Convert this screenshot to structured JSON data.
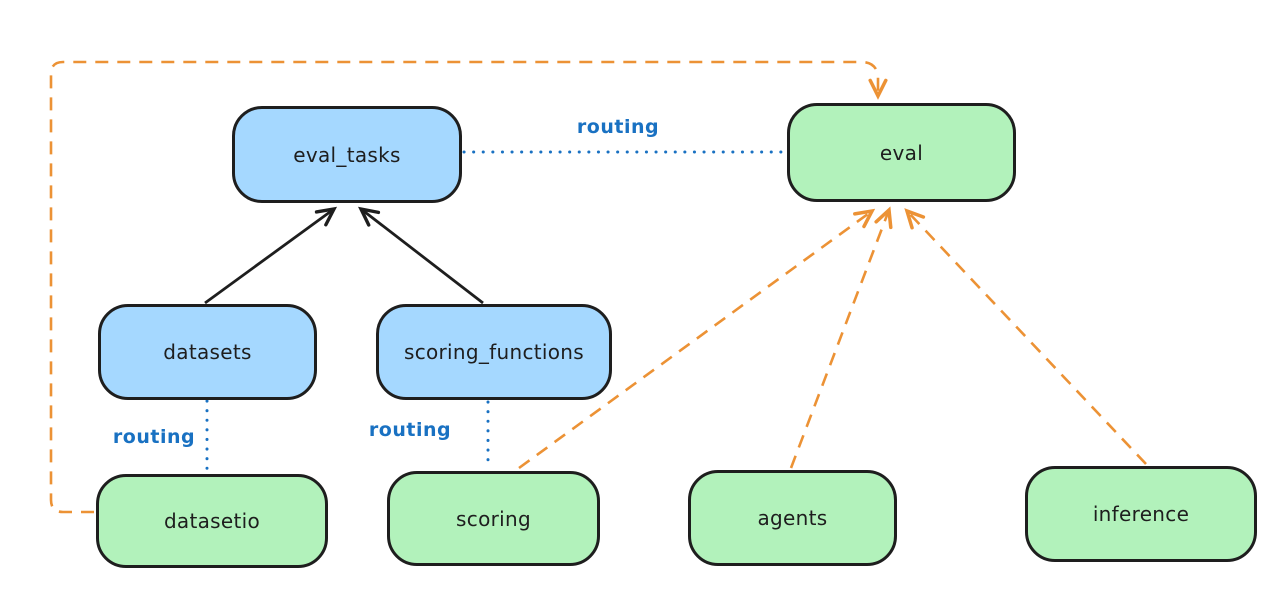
{
  "diagram": {
    "nodes": {
      "eval_tasks": {
        "label": "eval_tasks"
      },
      "eval": {
        "label": "eval"
      },
      "datasets": {
        "label": "datasets"
      },
      "scoring_functions": {
        "label": "scoring_functions"
      },
      "datasetio": {
        "label": "datasetio"
      },
      "scoring": {
        "label": "scoring"
      },
      "agents": {
        "label": "agents"
      },
      "inference": {
        "label": "inference"
      }
    },
    "edge_labels": {
      "eval_tasks_eval": "routing",
      "datasets_datasetio": "routing",
      "scoring_functions_scoring": "routing"
    }
  },
  "colors": {
    "background": "#ffffff",
    "node_blue_fill": "#a5d8ff",
    "node_green_fill": "#b2f2bb",
    "node_stroke": "#1e1e1e",
    "label_text": "#1e1e1e",
    "routing_text": "#1971c2",
    "routing_line": "#1971c2",
    "arrow_black": "#1e1e1e",
    "arrow_orange": "#ec9235"
  }
}
